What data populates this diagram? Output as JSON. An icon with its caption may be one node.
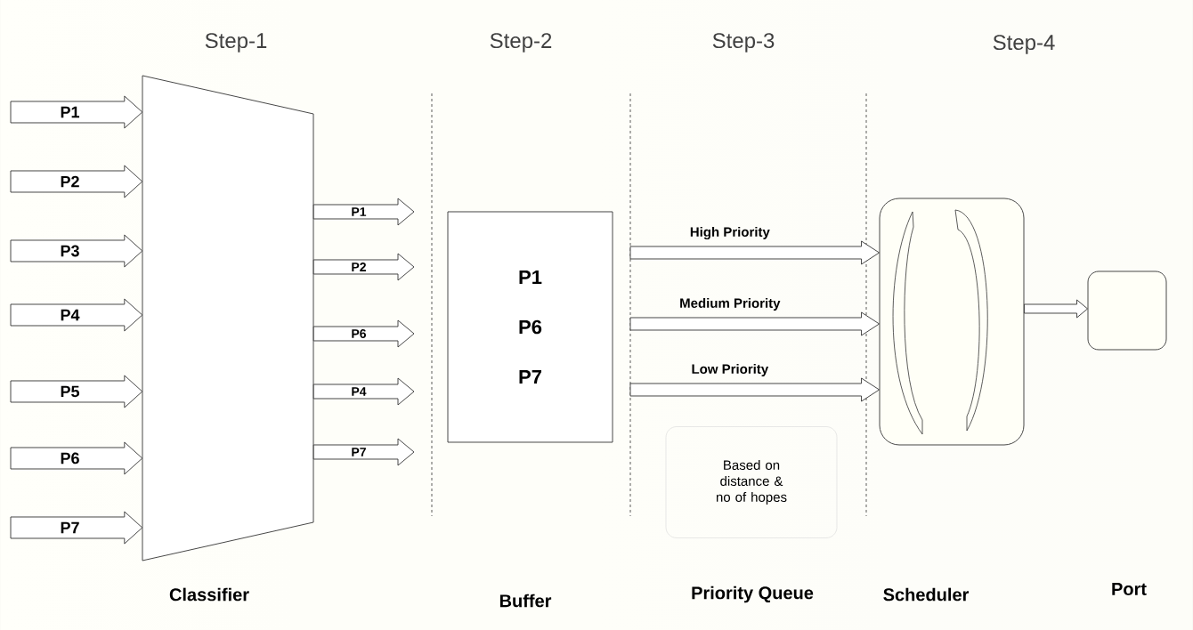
{
  "diagram": {
    "nodes": [
      {
        "text": [],
        "shape": "trapezoid",
        "beside": [
          "Classifier"
        ]
      },
      {
        "text": [
          "P1",
          "P6",
          "P7"
        ]
      },
      {
        "text": [],
        "shape": "box"
      },
      {
        "text": [],
        "shape": "box"
      },
      {
        "text": [
          "Based on distance & no of hopes"
        ]
      }
    ],
    "edges": [
      {
        "from": null,
        "to": 0,
        "arrow": "to",
        "label": "P1"
      },
      {
        "from": null,
        "to": 0,
        "arrow": "to",
        "label": "P2"
      },
      {
        "from": null,
        "to": 0,
        "arrow": "to",
        "label": "P3"
      },
      {
        "from": null,
        "to": 0,
        "arrow": "to",
        "label": "P4"
      },
      {
        "from": null,
        "to": 0,
        "arrow": "to",
        "label": "P5"
      },
      {
        "from": null,
        "to": 0,
        "arrow": "to",
        "label": "P6"
      },
      {
        "from": null,
        "to": 0,
        "arrow": "to",
        "label": "P7"
      },
      {
        "from": 0,
        "to": null,
        "arrow": "to",
        "label": "P1"
      },
      {
        "from": 0,
        "to": null,
        "arrow": "to",
        "label": "P2"
      },
      {
        "from": 0,
        "to": null,
        "arrow": "to",
        "label": "P6"
      },
      {
        "from": 0,
        "to": null,
        "arrow": "to",
        "label": "P4"
      },
      {
        "from": 0,
        "to": null,
        "arrow": "to",
        "label": "P7"
      },
      {
        "from": null,
        "to": 2,
        "arrow": "to",
        "label": "High Priority"
      },
      {
        "from": null,
        "to": 2,
        "arrow": "to",
        "label": "Medium Priority"
      },
      {
        "from": null,
        "to": 2,
        "arrow": "to",
        "label": "Low Priority"
      },
      {
        "from": 2,
        "to": 3,
        "arrow": "to"
      }
    ],
    "labels": [
      "Step-1",
      "Step-2",
      "Step-3",
      "Step-4",
      "Buffer",
      "Priority Queue",
      "Scheduler",
      "Port"
    ]
  }
}
